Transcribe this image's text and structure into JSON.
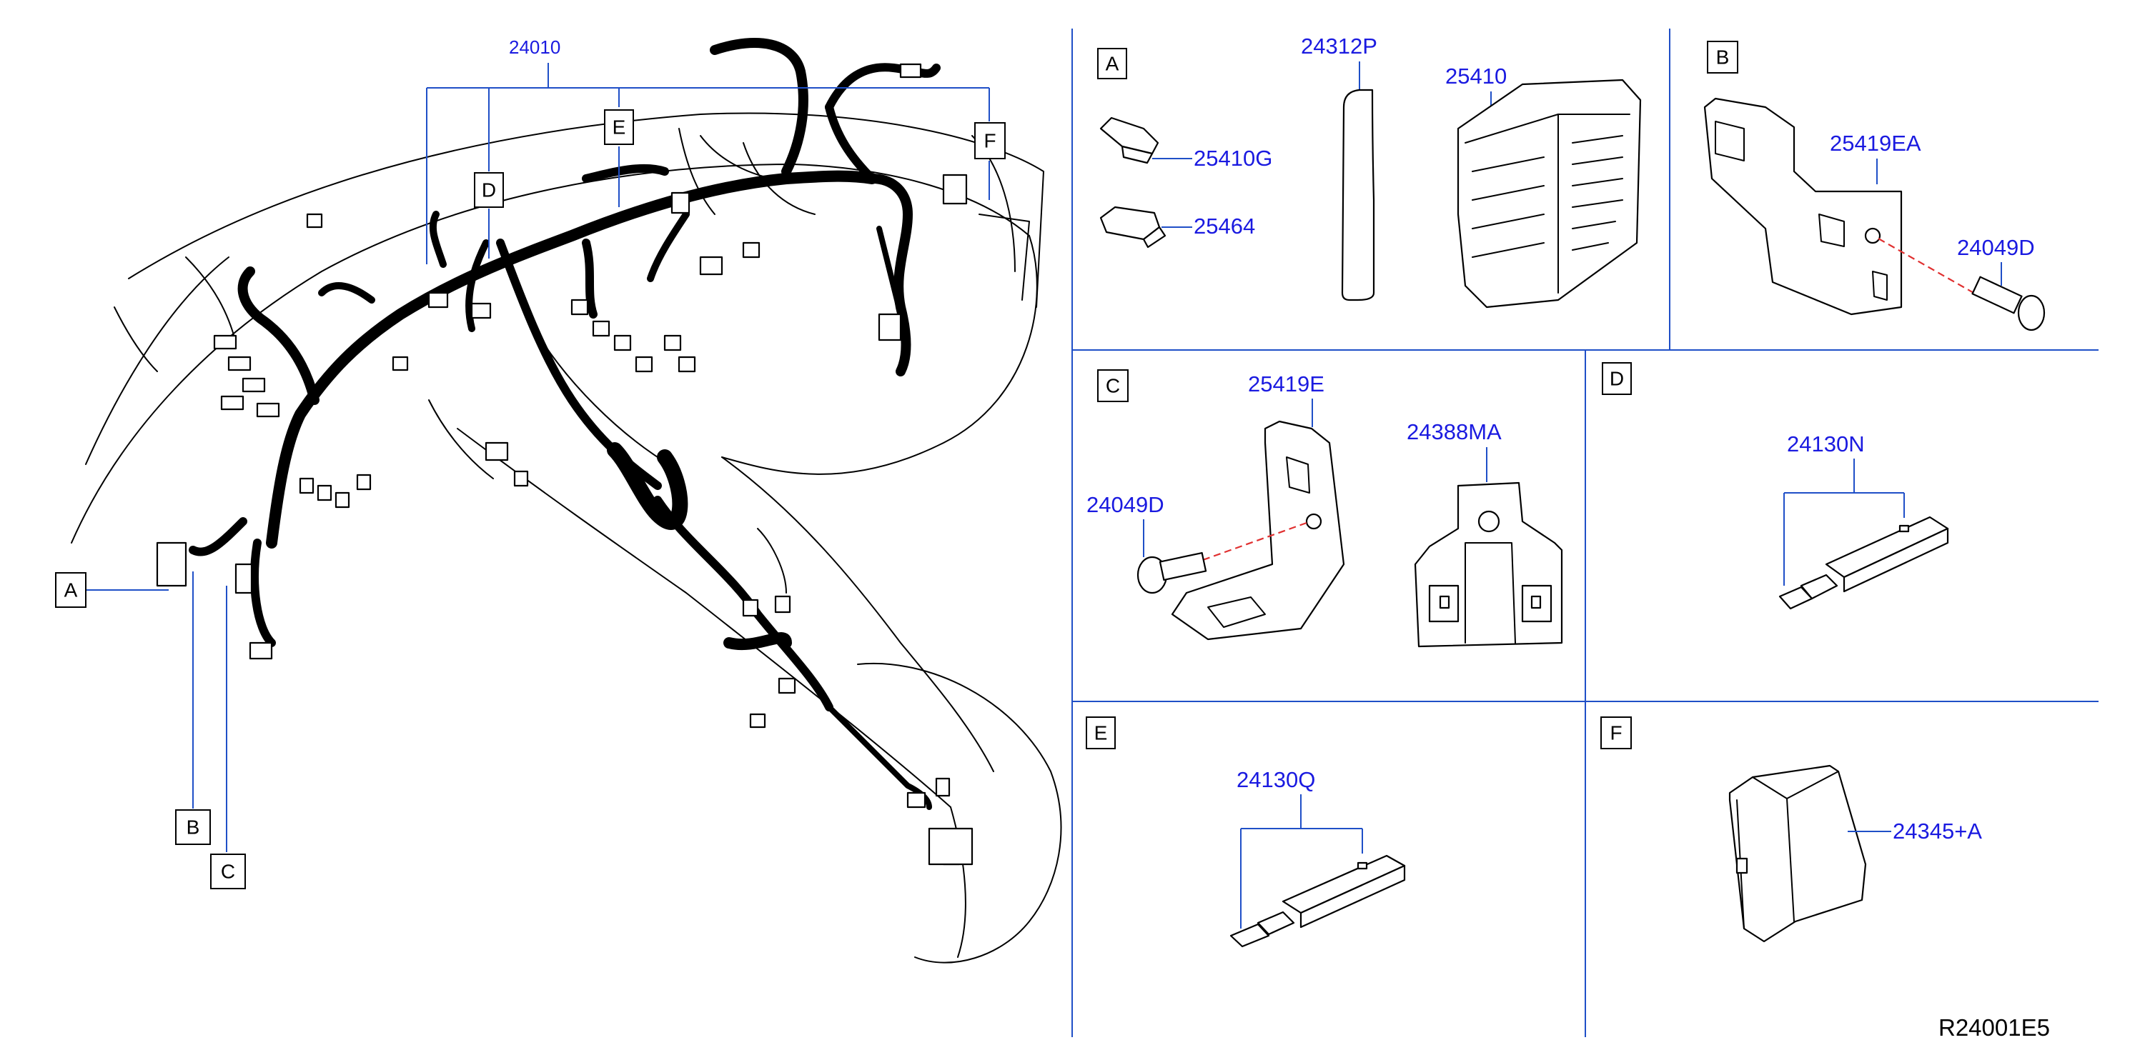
{
  "main_harness": {
    "part_number": "24010"
  },
  "callouts": {
    "A": "A",
    "B": "B",
    "C": "C",
    "D": "D",
    "E": "E",
    "F": "F"
  },
  "panels": {
    "A": {
      "letter": "A",
      "parts": {
        "terminal": "25410G",
        "fuse": "25464",
        "label": "24312P",
        "fuse_block": "25410"
      }
    },
    "B": {
      "letter": "B",
      "parts": {
        "bracket": "25419EA",
        "bolt": "24049D"
      }
    },
    "C": {
      "letter": "C",
      "parts": {
        "bracket": "25419E",
        "bolt": "24049D",
        "clip_bracket": "24388MA"
      }
    },
    "D": {
      "letter": "D",
      "parts": {
        "jumper": "24130N"
      }
    },
    "E": {
      "letter": "E",
      "parts": {
        "jumper": "24130Q"
      }
    },
    "F": {
      "letter": "F",
      "parts": {
        "module": "24345+A"
      }
    }
  },
  "reference_code": "R24001E5",
  "colors": {
    "label_blue": "#1a1ae0",
    "leader_blue": "#1f4fc7",
    "dashed_red": "#e03030"
  }
}
